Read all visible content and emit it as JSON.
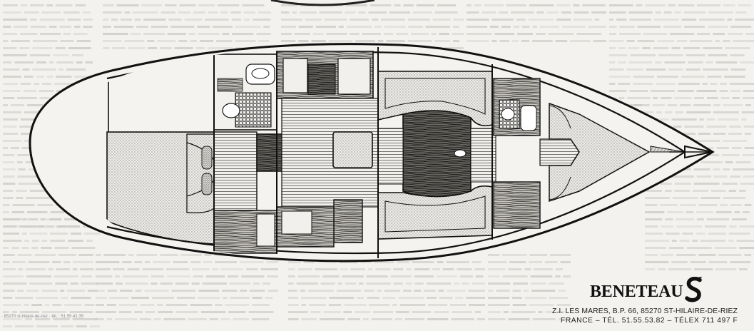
{
  "brand": {
    "name": "BENETEAU",
    "logo_icon": "serpent-s-logo-icon"
  },
  "address": {
    "line1": "Z.I. LES MARES, B.P. 66, 85270 ST-HILAIRE-DE-RIEZ",
    "line2": "FRANCE  –  TÉL. 51.55.53.82  –  TÉLEX 711 497 F"
  },
  "footer_ref": "· 85270 st-hilaire-de-riez · tél. : 51.55.41.35",
  "colors": {
    "paper": "#f3f2ef",
    "ink": "#1b1b1b",
    "faint_text": "#c9c7c2"
  }
}
